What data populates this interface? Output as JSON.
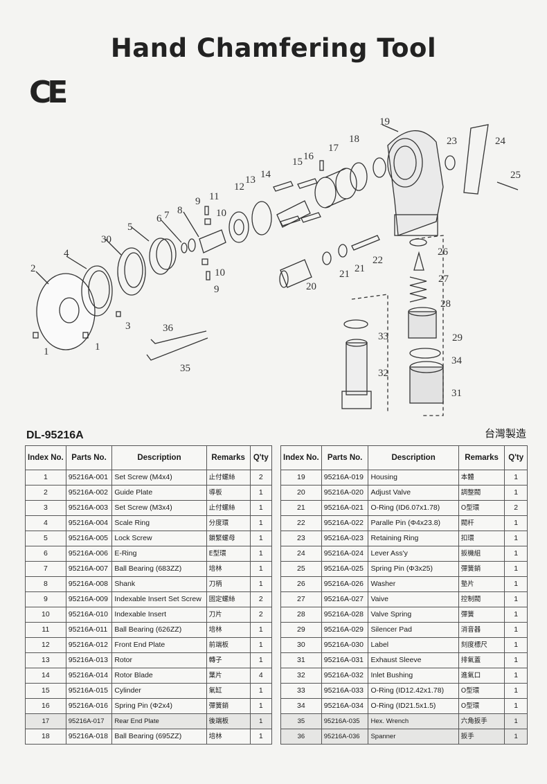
{
  "header": {
    "title": "Hand Chamfering Tool",
    "ce_mark": "CE",
    "model": "DL-95216A",
    "made_in": "台灣製造"
  },
  "table": {
    "columns": [
      "Index No.",
      "Parts No.",
      "Description",
      "Remarks",
      "Q'ty"
    ],
    "left_rows": [
      [
        "1",
        "95216A-001",
        "Set Screw (M4x4)",
        "止付螺絲",
        "2"
      ],
      [
        "2",
        "95216A-002",
        "Guide Plate",
        "導板",
        "1"
      ],
      [
        "3",
        "95216A-003",
        "Set Screw (M3x4)",
        "止付螺絲",
        "1"
      ],
      [
        "4",
        "95216A-004",
        "Scale Ring",
        "分度環",
        "1"
      ],
      [
        "5",
        "95216A-005",
        "Lock Screw",
        "鎖緊螺母",
        "1"
      ],
      [
        "6",
        "95216A-006",
        "E-Ring",
        "E型環",
        "1"
      ],
      [
        "7",
        "95216A-007",
        "Ball Bearing (683ZZ)",
        "培林",
        "1"
      ],
      [
        "8",
        "95216A-008",
        "Shank",
        "刀柄",
        "1"
      ],
      [
        "9",
        "95216A-009",
        "Indexable Insert Set Screw",
        "固定螺絲",
        "2"
      ],
      [
        "10",
        "95216A-010",
        "Indexable Insert",
        "刀片",
        "2"
      ],
      [
        "11",
        "95216A-011",
        "Ball Bearing (626ZZ)",
        "培林",
        "1"
      ],
      [
        "12",
        "95216A-012",
        "Front End Plate",
        "前端板",
        "1"
      ],
      [
        "13",
        "95216A-013",
        "Rotor",
        "轉子",
        "1"
      ],
      [
        "14",
        "95216A-014",
        "Rotor Blade",
        "葉片",
        "4"
      ],
      [
        "15",
        "95216A-015",
        "Cylinder",
        "氣缸",
        "1"
      ],
      [
        "16",
        "95216A-016",
        "Spring Pin (Φ2x4)",
        "彈簧銷",
        "1"
      ],
      [
        "17",
        "95216A-017",
        "Rear End Plate",
        "後端板",
        "1"
      ],
      [
        "18",
        "95216A-018",
        "Ball Bearing (695ZZ)",
        "培林",
        "1"
      ]
    ],
    "right_rows": [
      [
        "19",
        "95216A-019",
        "Housing",
        "本體",
        "1"
      ],
      [
        "20",
        "95216A-020",
        "Adjust Valve",
        "調整閥",
        "1"
      ],
      [
        "21",
        "95216A-021",
        "O-Ring (ID6.07x1.78)",
        "O型環",
        "2"
      ],
      [
        "22",
        "95216A-022",
        "Paralle Pin (Φ4x23.8)",
        "閥杆",
        "1"
      ],
      [
        "23",
        "95216A-023",
        "Retaining Ring",
        "扣環",
        "1"
      ],
      [
        "24",
        "95216A-024",
        "Lever Ass'y",
        "扳機組",
        "1"
      ],
      [
        "25",
        "95216A-025",
        "Spring Pin (Φ3x25)",
        "彈簧銷",
        "1"
      ],
      [
        "26",
        "95216A-026",
        "Washer",
        "墊片",
        "1"
      ],
      [
        "27",
        "95216A-027",
        "Vaive",
        "控制閥",
        "1"
      ],
      [
        "28",
        "95216A-028",
        "Valve Spring",
        "彈簧",
        "1"
      ],
      [
        "29",
        "95216A-029",
        "Silencer Pad",
        "消音器",
        "1"
      ],
      [
        "30",
        "95216A-030",
        "Label",
        "刻度標尺",
        "1"
      ],
      [
        "31",
        "95216A-031",
        "Exhaust Sleeve",
        "排氣蓋",
        "1"
      ],
      [
        "32",
        "95216A-032",
        "Inlet Bushing",
        "進氣口",
        "1"
      ],
      [
        "33",
        "95216A-033",
        "O-Ring (ID12.42x1.78)",
        "O型環",
        "1"
      ],
      [
        "34",
        "95216A-034",
        "O-Ring (ID21.5x1.5)",
        "O型環",
        "1"
      ],
      [
        "35",
        "95216A-035",
        "Hex. Wrench",
        "六角扳手",
        "1"
      ],
      [
        "36",
        "95216A-036",
        "Spanner",
        "扳手",
        "1"
      ]
    ]
  },
  "diagram_labels": [
    "1",
    "1",
    "2",
    "3",
    "4",
    "30",
    "5",
    "6",
    "7",
    "8",
    "9",
    "9",
    "10",
    "10",
    "11",
    "12",
    "13",
    "14",
    "15",
    "16",
    "17",
    "18",
    "19",
    "20",
    "21",
    "21",
    "22",
    "23",
    "24",
    "25",
    "26",
    "27",
    "28",
    "29",
    "33",
    "32",
    "34",
    "31",
    "36",
    "35"
  ]
}
